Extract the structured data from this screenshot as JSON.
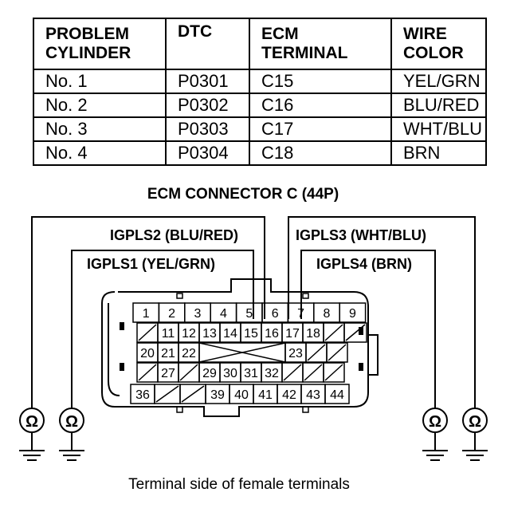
{
  "table": {
    "headers": [
      [
        "PROBLEM",
        "CYLINDER"
      ],
      [
        "DTC"
      ],
      [
        "ECM",
        "TERMINAL"
      ],
      [
        "WIRE",
        "COLOR"
      ]
    ],
    "rows": [
      [
        "No. 1",
        "P0301",
        "C15",
        "YEL/GRN"
      ],
      [
        "No. 2",
        "P0302",
        "C16",
        "BLU/RED"
      ],
      [
        "No. 3",
        "P0303",
        "C17",
        "WHT/BLU"
      ],
      [
        "No. 4",
        "P0304",
        "C18",
        "BRN"
      ]
    ]
  },
  "diagram": {
    "title": "ECM CONNECTOR C (44P)",
    "caption": "Terminal side of female terminals",
    "labels": {
      "igpls1": "IGPLS1 (YEL/GRN)",
      "igpls2": "IGPLS2 (BLU/RED)",
      "igpls3": "IGPLS3 (WHT/BLU)",
      "igpls4": "IGPLS4 (BRN)"
    },
    "ohm_symbol": "Ω",
    "terminals": {
      "row1": [
        "1",
        "2",
        "3",
        "4",
        "5",
        "6",
        "7",
        "8",
        "9"
      ],
      "row2": [
        "11",
        "12",
        "13",
        "14",
        "15",
        "16",
        "17",
        "18"
      ],
      "row3": [
        "20",
        "21",
        "22",
        "23"
      ],
      "row4": [
        "27",
        "29",
        "30",
        "31",
        "32"
      ],
      "row5": [
        "36",
        "39",
        "40",
        "41",
        "42",
        "43",
        "44"
      ]
    }
  }
}
